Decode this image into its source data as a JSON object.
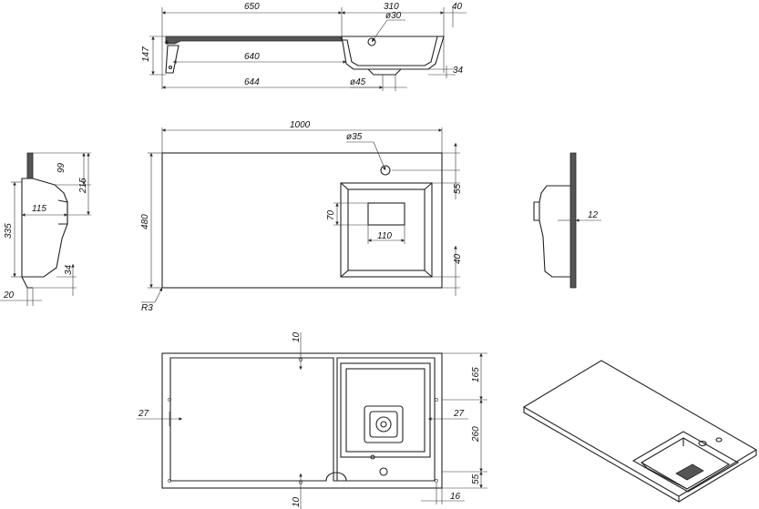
{
  "drawing": {
    "top_view": {
      "d650": "650",
      "d310": "310",
      "d40": "40",
      "d30": "ø30",
      "d147": "147",
      "d640": "640",
      "d644": "644",
      "d45": "ø45",
      "d34": "34"
    },
    "plan_view": {
      "d1000": "1000",
      "d35": "ø35",
      "d55": "55",
      "d480": "480",
      "d70": "70",
      "d110": "110",
      "d40": "40",
      "r3": "R3"
    },
    "left_section": {
      "d99": "99",
      "d215": "215",
      "d115": "115",
      "d335": "335",
      "d34": "34",
      "d20": "20"
    },
    "right_section": {
      "d12": "12"
    },
    "bottom_view": {
      "d10_top": "10",
      "d27_left": "27",
      "d165": "165",
      "d27_right": "27",
      "d260": "260",
      "d55": "55",
      "d10_bottom": "10",
      "d16": "16"
    }
  }
}
